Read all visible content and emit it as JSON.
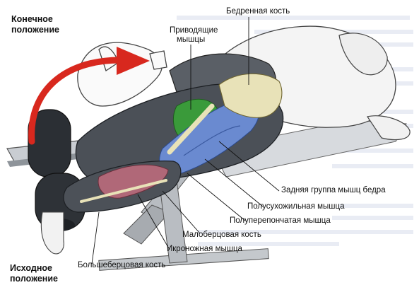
{
  "labels": {
    "end_pos_line1": "Конечное",
    "end_pos_line2": "положение",
    "start_pos_line1": "Исходное",
    "start_pos_line2": "положение",
    "femur": "Бедренная кость",
    "adductors_line1": "Приводящие",
    "adductors_line2": "мышцы",
    "hamstrings": "Задняя группа мышц бедра",
    "semitendinosus": "Полусухожильная мышца",
    "semimembranosus": "Полуперепончатая мышца",
    "fibula": "Малоберцовая кость",
    "gastrocnemius": "Икроножная мышца",
    "tibia": "Большеберцовая кость"
  },
  "colors": {
    "arrow": "#d8281e",
    "adductors": "#3a9a3a",
    "hamstrings": "#6a8ad0",
    "calf": "#b06878",
    "bone": "#e8e2b8",
    "skin": "#555a60"
  }
}
